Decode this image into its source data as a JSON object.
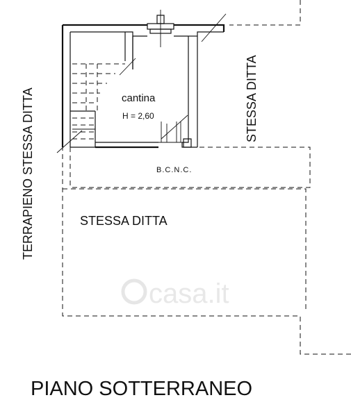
{
  "labels": {
    "room_name": "cantina",
    "room_height": "H = 2,60",
    "right_neighbor": "STESSA DITTA",
    "left_neighbor": "TERRAPIENO STESSA DITTA",
    "common_area": "B.C.N.C.",
    "lower_area": "STESSA DITTA",
    "floor_title": "PIANO SOTTERRANEO",
    "watermark": "casa.it"
  }
}
